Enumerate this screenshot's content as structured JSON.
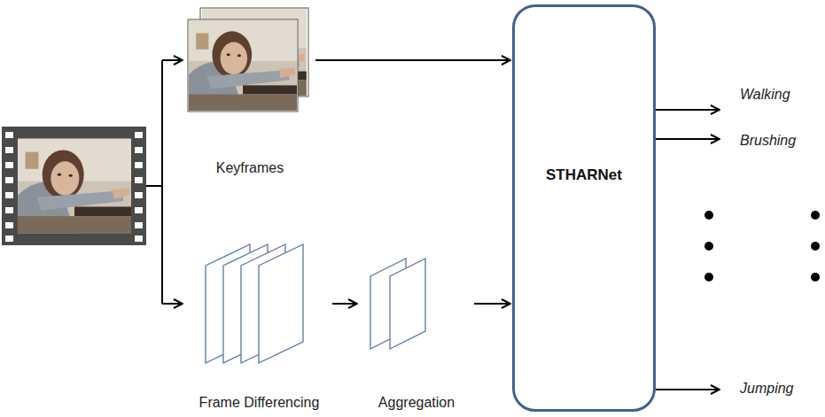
{
  "diagram": {
    "nodes": [
      {
        "text": [
          "Keyframes"
        ]
      },
      {
        "text": [
          "Frame Differencing"
        ]
      },
      {
        "text": [
          "Aggregation"
        ]
      },
      {
        "text": [
          "STHARNet"
        ]
      }
    ],
    "edges": [
      {
        "from": 0,
        "to": 3,
        "arrow": "to"
      },
      {
        "from": 1,
        "to": 2,
        "arrow": "to"
      },
      {
        "from": 2,
        "to": 3,
        "arrow": "to"
      }
    ],
    "labels": [
      "Walking",
      "Brushing",
      "Jumping"
    ]
  }
}
